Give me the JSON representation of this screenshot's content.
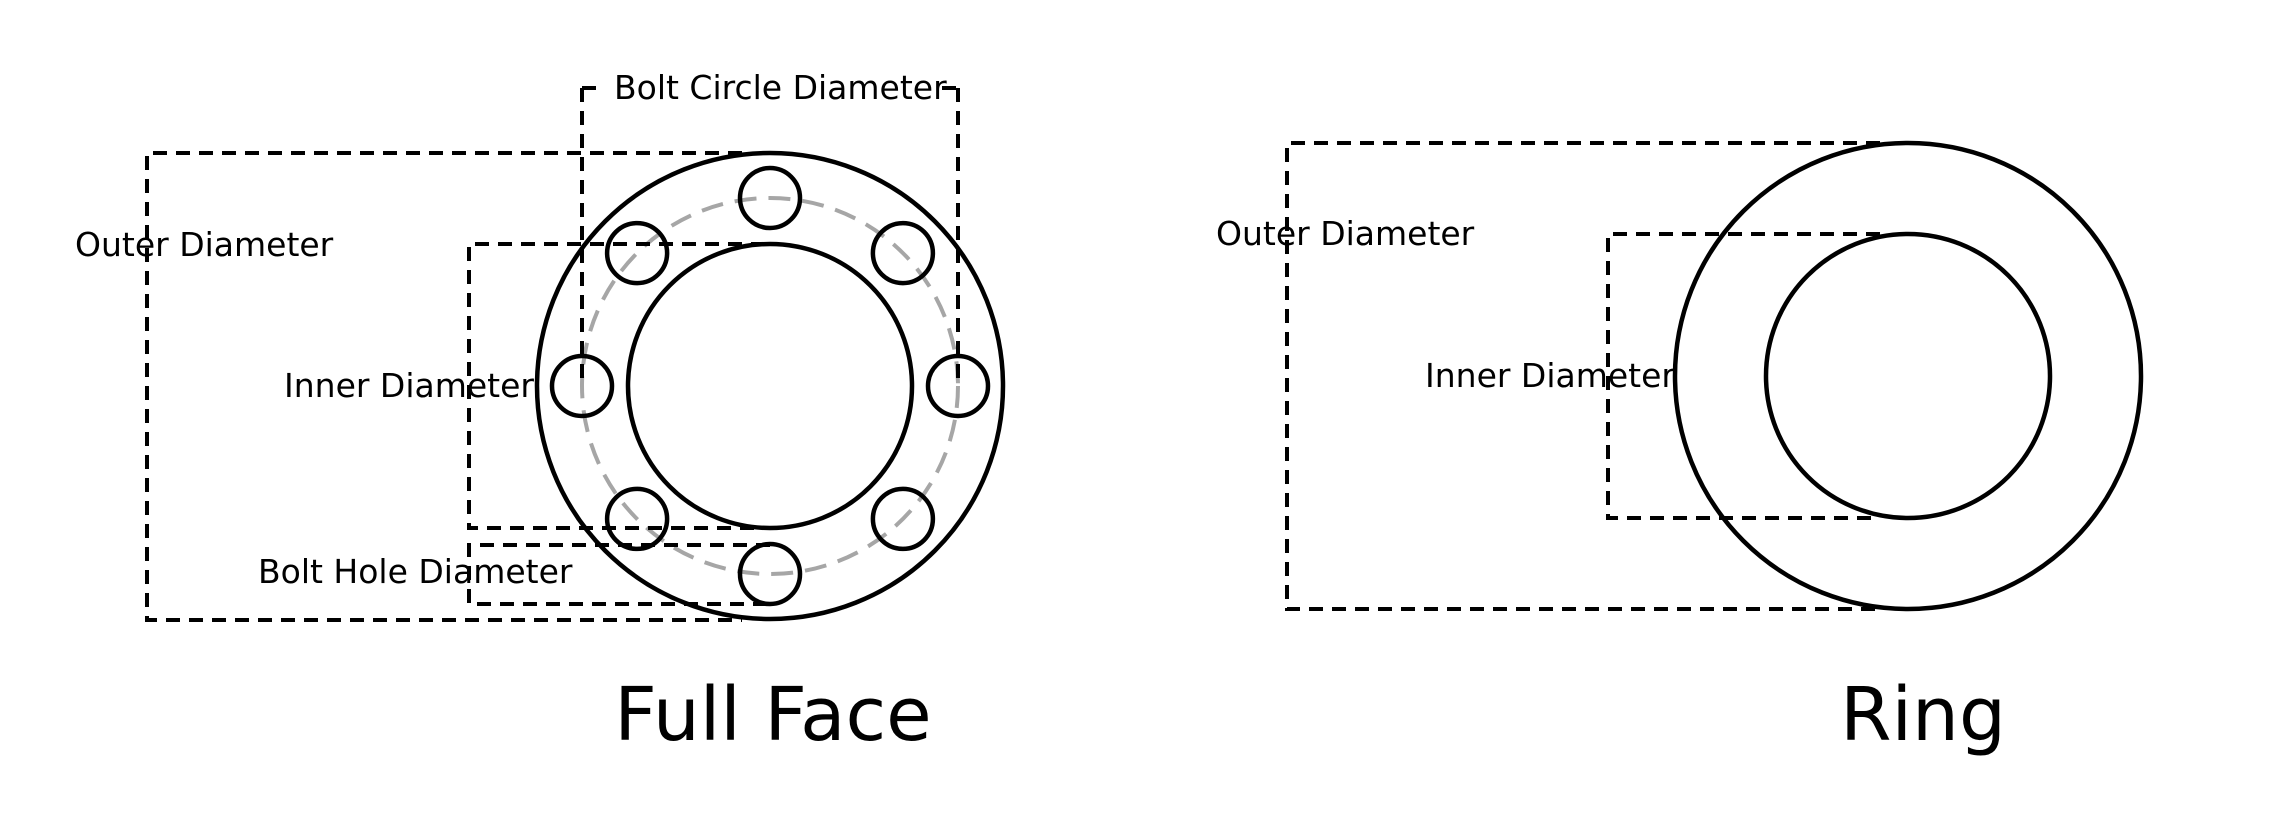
{
  "full_face": {
    "title": "Full Face",
    "outer_label": "Outer Diameter",
    "inner_label": "Inner Diameter",
    "bolt_circle_label": "Bolt Circle Diameter",
    "bolt_hole_label": "Bolt Hole Diameter",
    "bolt_hole_count": 8
  },
  "ring": {
    "title": "Ring",
    "outer_label": "Outer Diameter",
    "inner_label": "Inner Diameter"
  }
}
